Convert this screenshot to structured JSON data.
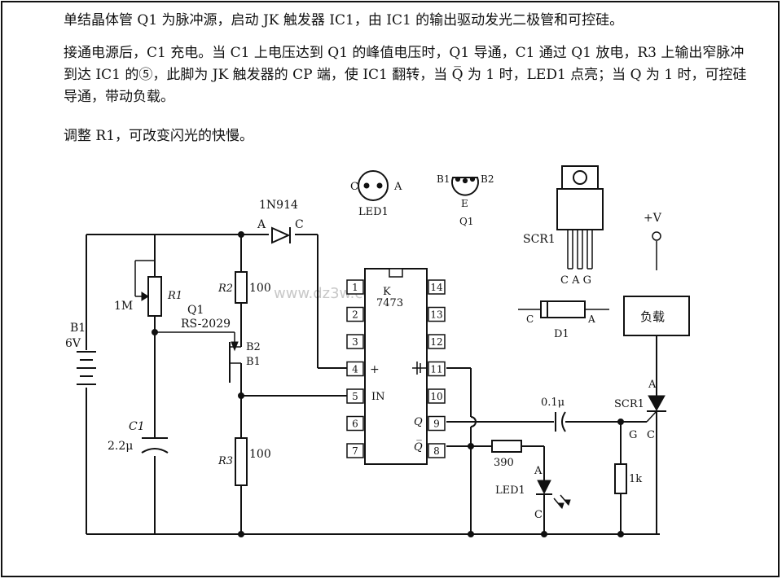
{
  "text": {
    "p1": "单结晶体管 Q1 为脉冲源，启动 JK 触发器 IC1，由 IC1 的输出驱动发光二极管和可控硅。",
    "p2": "接通电源后，C1 充电。当 C1 上电压达到 Q1 的峰值电压时，Q1 导通，C1 通过 Q1 放电，R3 上输出窄脉冲到达 IC1 的⑤，此脚为 JK 触发器的 CP 端，使 IC1 翻转，当 Q̅ 为 1 时，LED1 点亮；当 Q 为 1 时，可控硅导通，带动负载。",
    "p3": "调整 R1，可改变闪光的快慢。"
  },
  "diagram": {
    "diode_part": "1N914",
    "diode_a": "A",
    "diode_c": "C",
    "led_pin_c": "C",
    "led_pin_a": "A",
    "led_name": "LED1",
    "q_pin_b1": "B1",
    "q_pin_b2": "B2",
    "q_pin_e": "E",
    "q_name": "Q1",
    "scr_name": "SCR1",
    "scr_pins": "C  A  G",
    "vplus": "+V",
    "battery_name": "B1",
    "battery_value": "6V",
    "pot_value": "1M",
    "pot_name": "R1",
    "q1_label": "Q1",
    "q1_part": "RS-2029",
    "b2": "B2",
    "b1": "B1",
    "r2_name": "R2",
    "r2_value": "100",
    "r3_name": "R3",
    "r3_value": "100",
    "c1_name": "C1",
    "c1_value": "2.2μ",
    "ic_part": "7473",
    "ic_k": "K",
    "pins_left": [
      "1",
      "2",
      "3",
      "4",
      "5",
      "6",
      "7"
    ],
    "pins_right": [
      "14",
      "13",
      "12",
      "11",
      "10",
      "9",
      "8"
    ],
    "pin4_mark": "+",
    "pin5_mark": "IN",
    "pin9_mark": "Q",
    "pin8_mark": "Q̅",
    "d1_c": "C",
    "d1_a": "A",
    "d1_name": "D1",
    "load": "负载",
    "cap_value": "0.1μ",
    "r390": "390",
    "led_a": "A",
    "led_label": "LED1",
    "led_c": "C",
    "r1k": "1k",
    "scr_a": "A",
    "scr_label": "SCR1",
    "scr_g": "G",
    "scr_c": "C"
  },
  "watermark": "www.dz3w.com"
}
